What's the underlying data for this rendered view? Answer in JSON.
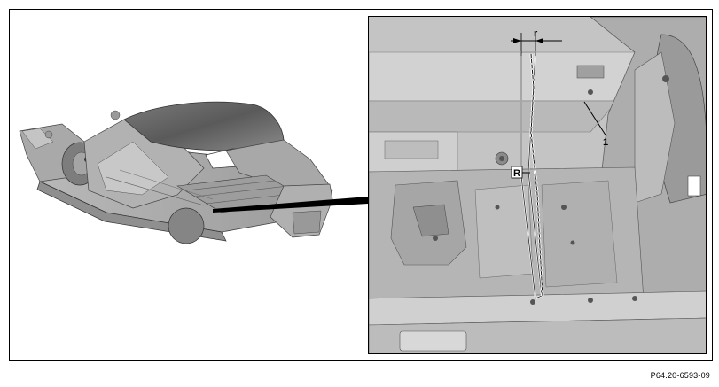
{
  "figure": {
    "reference": "P64.20-6593-09",
    "labels": {
      "dimension": "r",
      "section": "R",
      "callout": "1"
    }
  }
}
